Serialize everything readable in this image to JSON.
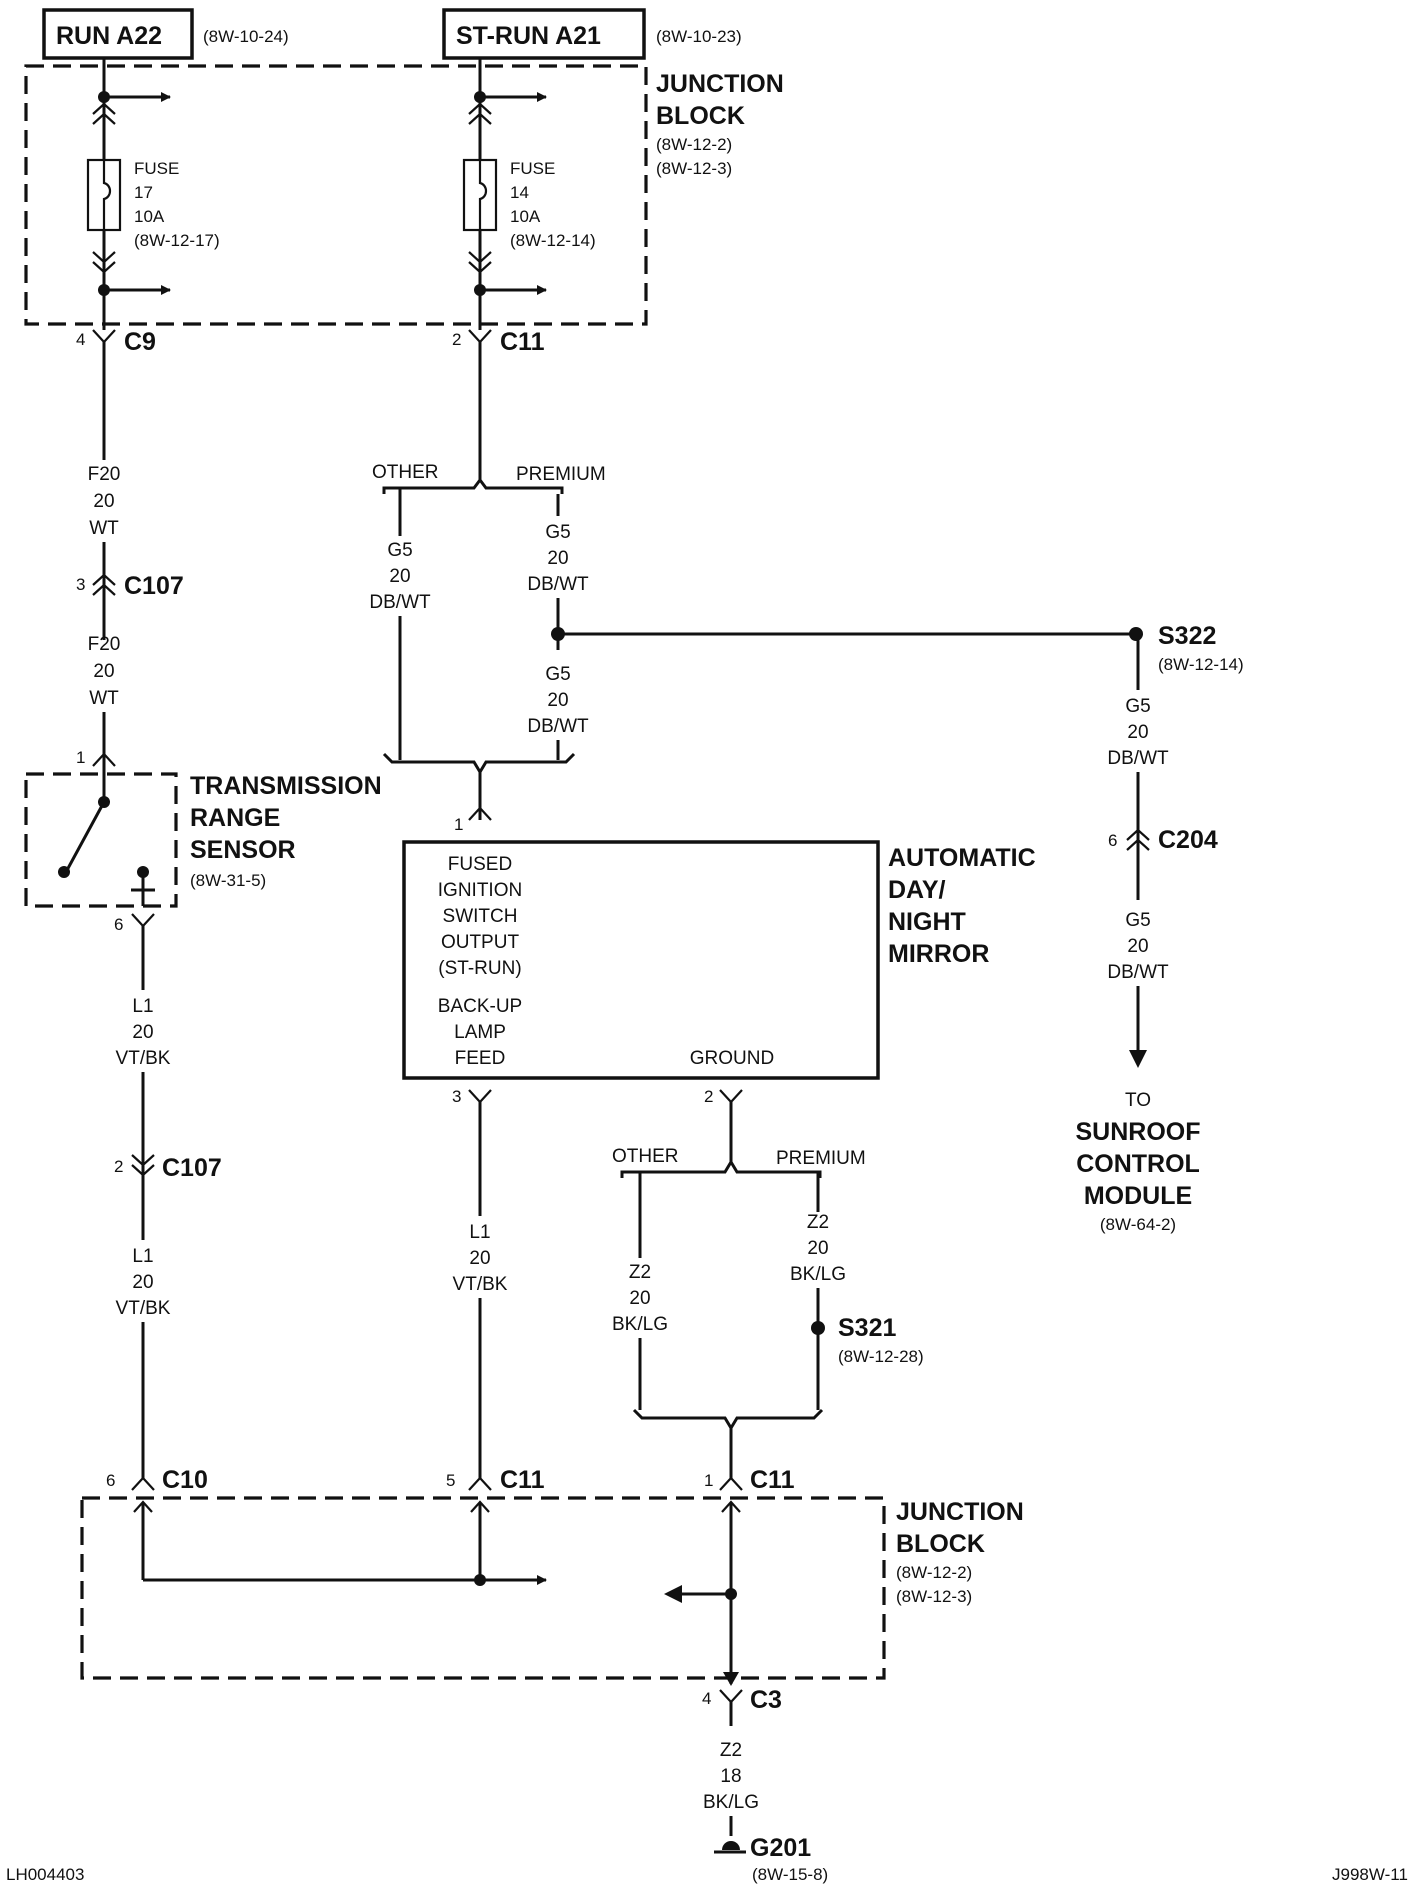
{
  "sources": {
    "run": {
      "label": "RUN A22",
      "ref": "(8W-10-24)"
    },
    "st_run": {
      "label": "ST-RUN A21",
      "ref": "(8W-10-23)"
    }
  },
  "junction_block_top": {
    "name1": "JUNCTION",
    "name2": "BLOCK",
    "ref1": "(8W-12-2)",
    "ref2": "(8W-12-3)"
  },
  "fuse17": {
    "l1": "FUSE",
    "l2": "17",
    "l3": "10A",
    "l4": "(8W-12-17)"
  },
  "fuse14": {
    "l1": "FUSE",
    "l2": "14",
    "l3": "10A",
    "l4": "(8W-12-14)"
  },
  "connectors": {
    "c9": {
      "name": "C9",
      "pin": "4"
    },
    "c11_top": {
      "name": "C11",
      "pin": "2"
    },
    "c107_a": {
      "name": "C107",
      "pin": "3"
    },
    "c107_b": {
      "name": "C107",
      "pin": "2"
    },
    "trs_pin1": "1",
    "trs_pin6": "6",
    "mirror_pin1": "1",
    "mirror_pin3": "3",
    "mirror_pin2": "2",
    "c204": {
      "name": "C204",
      "pin": "6"
    },
    "c10": {
      "name": "C10",
      "pin": "6"
    },
    "c11_5": {
      "name": "C11",
      "pin": "5"
    },
    "c11_1": {
      "name": "C11",
      "pin": "1"
    },
    "c3": {
      "name": "C3",
      "pin": "4"
    }
  },
  "wires": {
    "f20_a": [
      "F20",
      "20",
      "WT"
    ],
    "f20_b": [
      "F20",
      "20",
      "WT"
    ],
    "g5_other": [
      "G5",
      "20",
      "DB/WT"
    ],
    "g5_prem": [
      "G5",
      "20",
      "DB/WT"
    ],
    "g5_mid": [
      "G5",
      "20",
      "DB/WT"
    ],
    "g5_s322": [
      "G5",
      "20",
      "DB/WT"
    ],
    "g5_c204": [
      "G5",
      "20",
      "DB/WT"
    ],
    "l1_a": [
      "L1",
      "20",
      "VT/BK"
    ],
    "l1_b": [
      "L1",
      "20",
      "VT/BK"
    ],
    "l1_c": [
      "L1",
      "20",
      "VT/BK"
    ],
    "z2_other": [
      "Z2",
      "20",
      "BK/LG"
    ],
    "z2_prem": [
      "Z2",
      "20",
      "BK/LG"
    ],
    "z2_c3": [
      "Z2",
      "18",
      "BK/LG"
    ]
  },
  "options": {
    "other": "OTHER",
    "premium": "PREMIUM"
  },
  "trs": {
    "l1": "TRANSMISSION",
    "l2": "RANGE",
    "l3": "SENSOR",
    "ref": "(8W-31-5)"
  },
  "mirror": {
    "name1": "AUTOMATIC",
    "name2": "DAY/",
    "name3": "NIGHT",
    "name4": "MIRROR",
    "p1": "FUSED",
    "p2": "IGNITION",
    "p3": "SWITCH",
    "p4": "OUTPUT",
    "p5": "(ST-RUN)",
    "p6": "BACK-UP",
    "p7": "LAMP",
    "p8": "FEED",
    "ground": "GROUND"
  },
  "splices": {
    "s322": {
      "name": "S322",
      "ref": "(8W-12-14)"
    },
    "s321": {
      "name": "S321",
      "ref": "(8W-12-28)"
    }
  },
  "sunroof": {
    "to": "TO",
    "l1": "SUNROOF",
    "l2": "CONTROL",
    "l3": "MODULE",
    "ref": "(8W-64-2)"
  },
  "junction_block_bottom": {
    "name1": "JUNCTION",
    "name2": "BLOCK",
    "ref1": "(8W-12-2)",
    "ref2": "(8W-12-3)"
  },
  "ground": {
    "name": "G201",
    "ref": "(8W-15-8)"
  },
  "footer": {
    "left": "LH004403",
    "right": "J998W-11"
  }
}
